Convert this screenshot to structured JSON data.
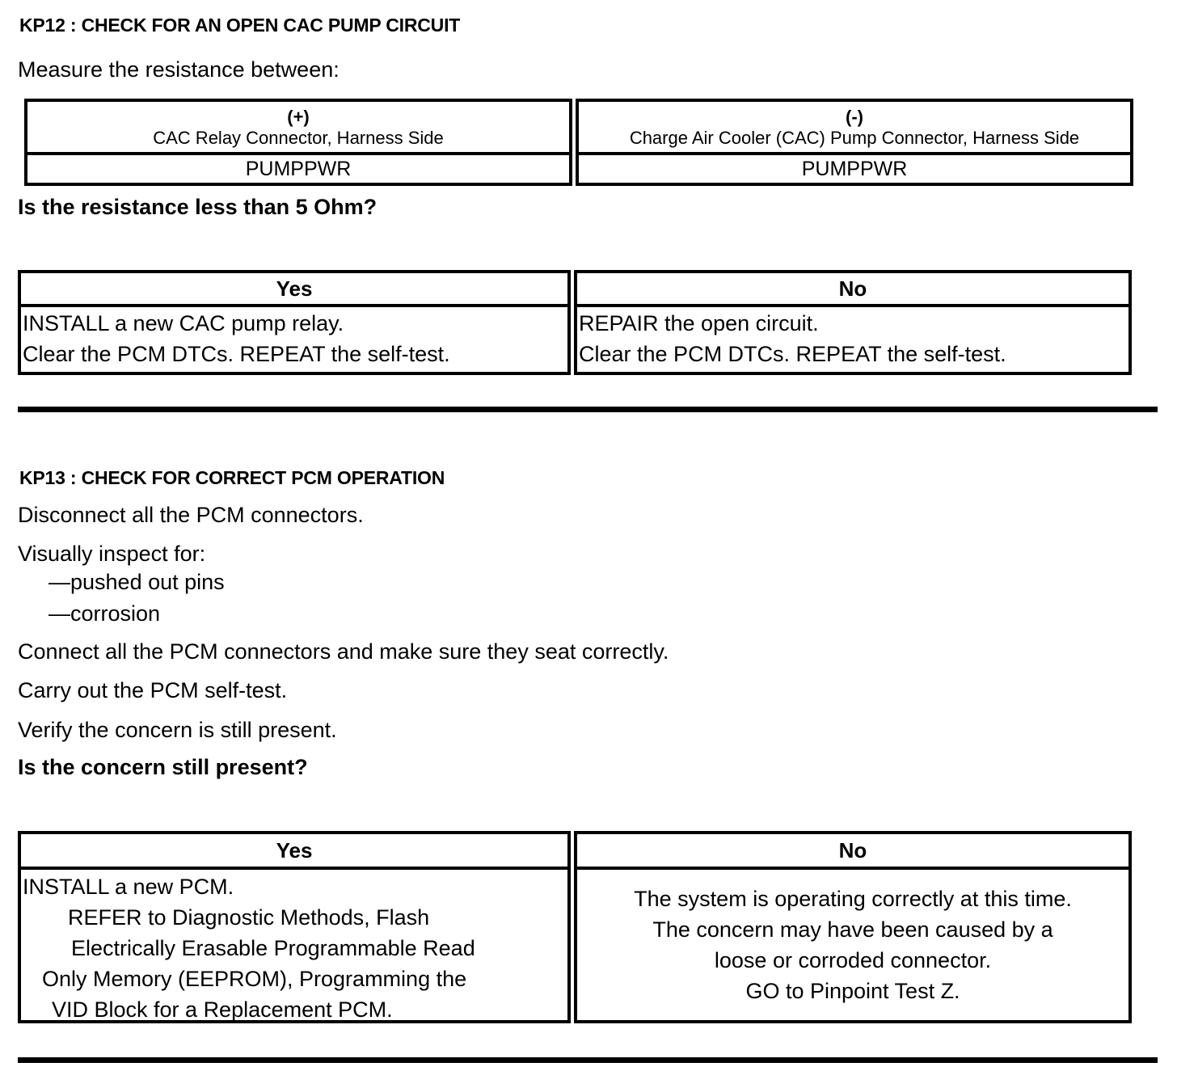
{
  "sections": [
    {
      "id": "kp12",
      "title": "KP12 : CHECK FOR AN OPEN CAC PUMP CIRCUIT",
      "intro": "Measure the resistance between:",
      "connector_table": {
        "columns": [
          {
            "polarity": "(+)",
            "name": "CAC Relay Connector, Harness Side",
            "circuit": "PUMPPWR"
          },
          {
            "polarity": "(-)",
            "name": "Charge Air Cooler (CAC) Pump Connector, Harness Side",
            "circuit": "PUMPPWR"
          }
        ]
      },
      "question": "Is the resistance less than 5 Ohm?",
      "answers": {
        "yes_header": "Yes",
        "no_header": "No",
        "yes_lines": [
          "INSTALL a new CAC pump relay.",
          "Clear the PCM DTCs. REPEAT the self-test."
        ],
        "no_lines": [
          "REPAIR the open circuit.",
          "Clear the PCM DTCs. REPEAT the self-test."
        ]
      }
    },
    {
      "id": "kp13",
      "title": "KP13 : CHECK FOR CORRECT PCM OPERATION",
      "steps": [
        "Disconnect all the PCM connectors.",
        "Visually inspect for:",
        "—pushed out pins",
        "—corrosion",
        "Connect all the PCM connectors and make sure they seat correctly.",
        "Carry out the PCM self-test.",
        "Verify the concern is still present."
      ],
      "question": "Is the concern still present?",
      "answers": {
        "yes_header": "Yes",
        "no_header": "No",
        "yes_lines": [
          "INSTALL a new PCM.",
          "REFER to  Diagnostic Methods,  Flash",
          "Electrically Erasable Programmable Read",
          "Only Memory (EEPROM), Programming the",
          "VID Block for a  Replacement PCM."
        ],
        "no_lines": [
          "The system is operating correctly at this time.",
          "The concern may have been caused by a",
          "loose or corroded connector.",
          "GO to Pinpoint Test Z."
        ]
      }
    }
  ],
  "rules": {
    "separator_color": "#000000"
  }
}
